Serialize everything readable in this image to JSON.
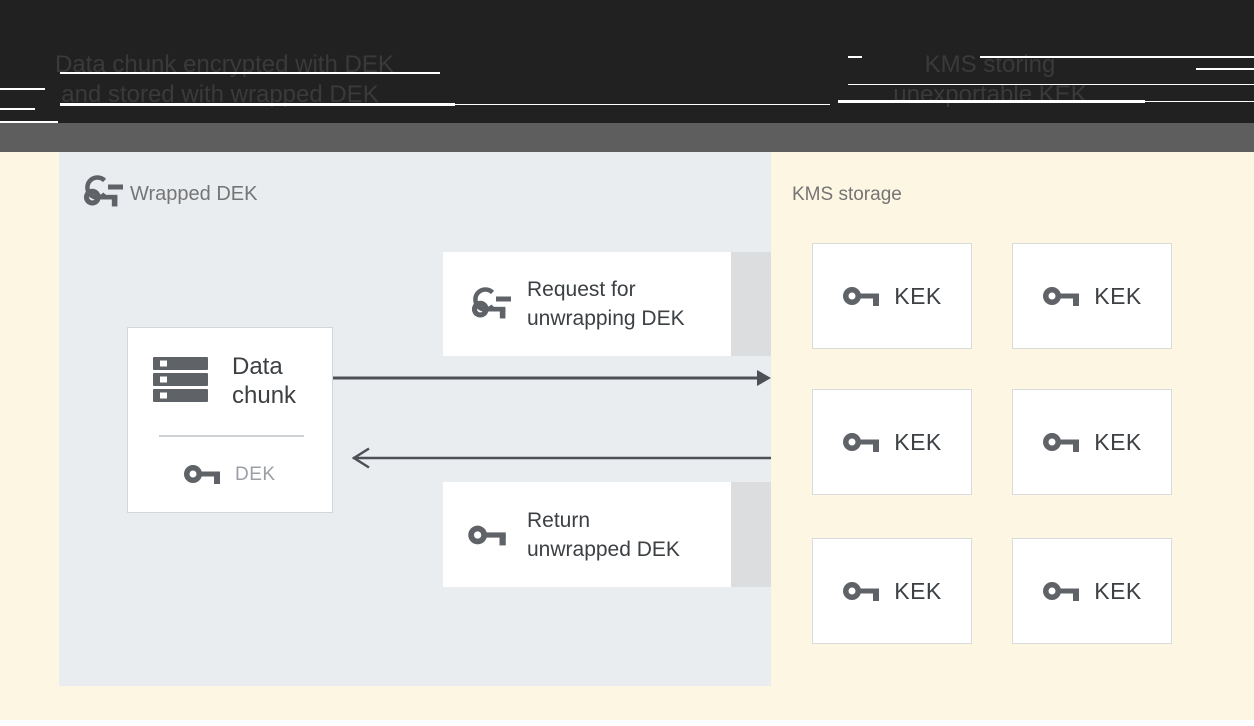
{
  "header": {
    "left_note_line1": "Data chunk encrypted with DEK",
    "left_note_line2": "and stored with wrapped DEK",
    "right_note_line1": "KMS storing",
    "right_note_line2": "unexportable KEK"
  },
  "diagram": {
    "dek_zone": {
      "label": "Wrapped DEK",
      "label_icon": "wrapped-key-icon",
      "data_chunk": {
        "line1": "Data",
        "line2": "chunk",
        "icon": "data-chunk-stack-icon"
      },
      "dek": {
        "label": "DEK",
        "icon": "key-icon"
      },
      "request_box": {
        "line1": "Request for",
        "line2": "unwrapping DEK",
        "icon": "wrapped-key-icon"
      },
      "return_box": {
        "line1": "Return",
        "line2": "unwrapped DEK",
        "icon": "key-icon"
      }
    },
    "kms": {
      "label": "KMS storage",
      "kek_items": [
        "KEK",
        "KEK",
        "KEK",
        "KEK",
        "KEK",
        "KEK"
      ],
      "kek_icon": "key-icon"
    },
    "arrows": {
      "request_direction": "left-to-right",
      "return_direction": "right-to-left"
    }
  },
  "colors": {
    "header_bg": "#212121",
    "header_text": "#3A3A3A",
    "toolbar_bg": "#5E5E5E",
    "canvas_bg": "#FCF6E2",
    "dek_zone_bg": "#E9EDF0",
    "box_bg": "#FFFFFF",
    "box_border": "#D6D9DB",
    "box_side_strip": "#DCDDDE",
    "icon_gray": "#5F6368",
    "zone_label_text": "#757575",
    "dark_text": "#3C4043",
    "muted_text": "#9AA0A6",
    "arrow": "#4D5156"
  }
}
